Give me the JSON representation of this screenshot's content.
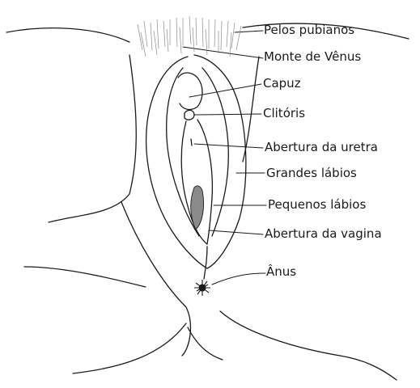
{
  "labels": {
    "pubic_hair": "Pelos pubianos",
    "mons_pubis": "Monte de Vênus",
    "hood": "Capuz",
    "clitoris": "Clitóris",
    "urethral_opening": "Abertura da uretra",
    "labia_majora": "Grandes lábios",
    "labia_minora": "Pequenos lábios",
    "vaginal_opening": "Abertura da vagina",
    "anus": "Ânus"
  },
  "colors": {
    "ink": "#1a1a1a",
    "shading": "#8a8a8a",
    "background": "#ffffff"
  }
}
